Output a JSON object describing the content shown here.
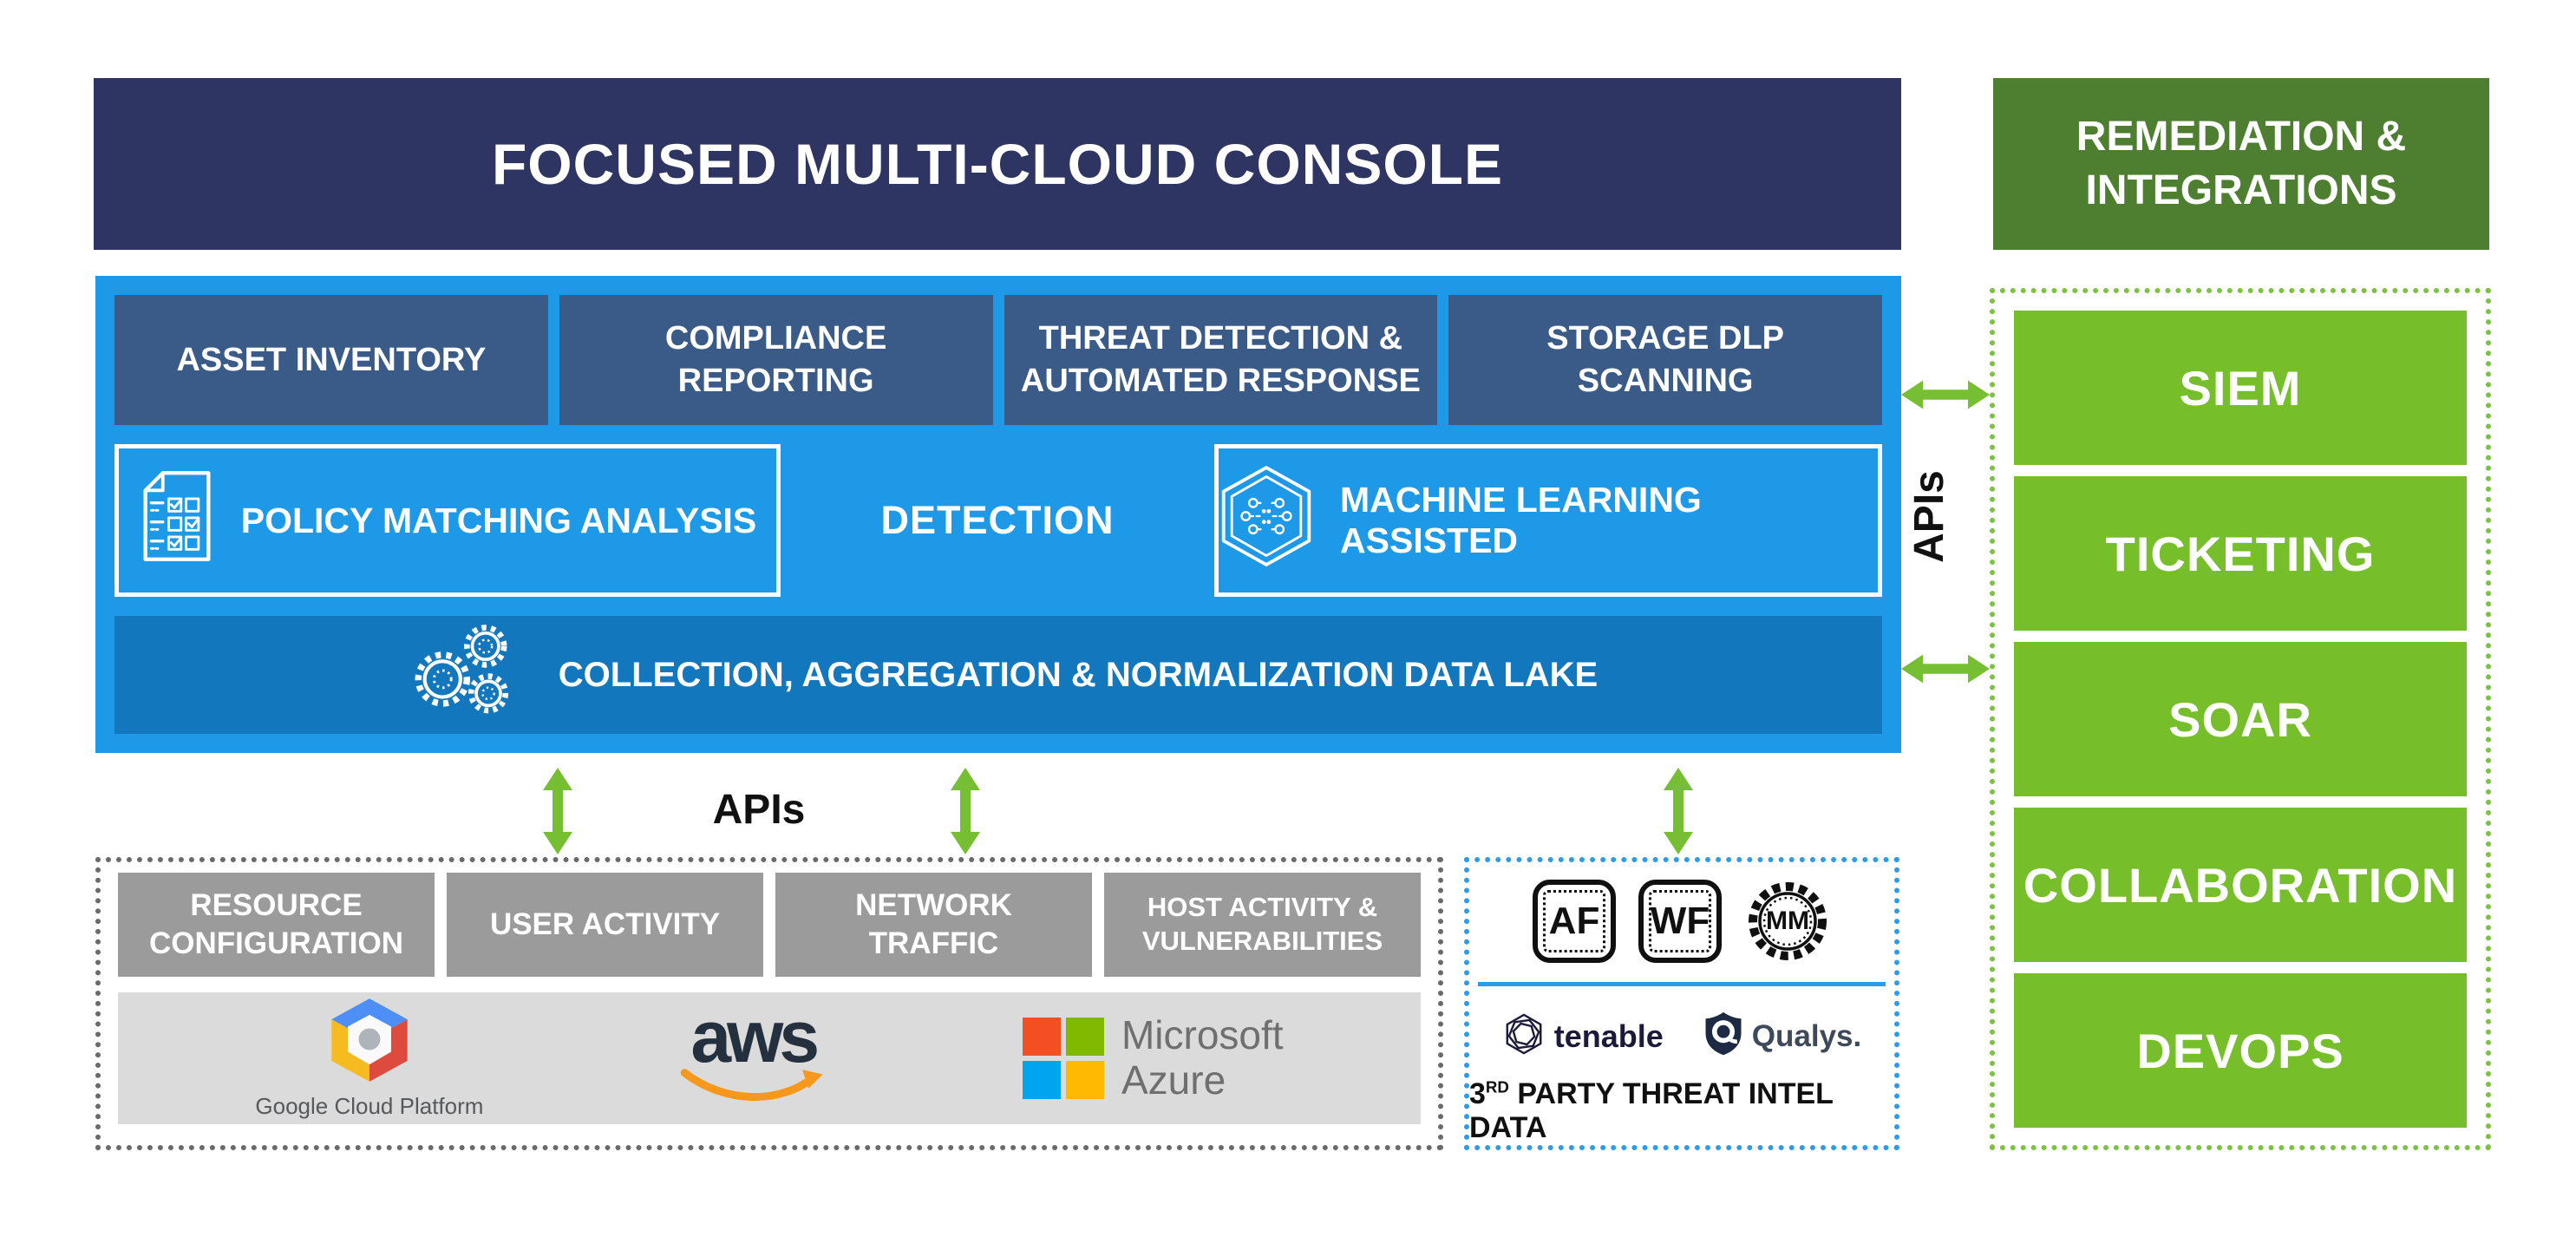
{
  "title": "FOCUSED MULTI-CLOUD CONSOLE",
  "console": {
    "modules": [
      "ASSET INVENTORY",
      "COMPLIANCE\nREPORTING",
      "THREAT DETECTION &\nAUTOMATED RESPONSE",
      "STORAGE DLP\nSCANNING"
    ],
    "policy_label": "POLICY MATCHING ANALYSIS",
    "detection_label": "DETECTION",
    "ml_label": "MACHINE LEARNING ASSISTED",
    "data_lake_label": "COLLECTION, AGGREGATION & NORMALIZATION DATA LAKE"
  },
  "apis": {
    "bottom_label": "APIs",
    "right_label": "APIs"
  },
  "remediation": {
    "header": "REMEDIATION &\nINTEGRATIONS",
    "items": [
      "SIEM",
      "TICKETING",
      "SOAR",
      "COLLABORATION",
      "DEVOPS"
    ]
  },
  "sources": {
    "categories": [
      "RESOURCE\nCONFIGURATION",
      "USER ACTIVITY",
      "NETWORK\nTRAFFIC",
      "HOST ACTIVITY &\nVULNERABILITIES"
    ],
    "providers": {
      "gcp_label": "Google Cloud Platform",
      "aws_wordmark": "aws",
      "ms_line1": "Microsoft",
      "ms_line2": "Azure"
    }
  },
  "threat_intel": {
    "badges": [
      "AF",
      "WF",
      "MM"
    ],
    "tenable_label": "tenable",
    "qualys_label": "Qualys.",
    "intel_3": "3",
    "intel_sup": "RD",
    "intel_rest": " PARTY THREAT INTEL DATA"
  },
  "colors": {
    "navy": "#2E3563",
    "console_blue": "#1D99E8",
    "module_blue": "#3A5A88",
    "lake_blue": "#1377BD",
    "green_dark": "#4E7F30",
    "green": "#77BE2B",
    "green_dotted": "#7CC142",
    "arrow_green": "#76BF33",
    "gray_button": "#9B9B9B",
    "gray_bar": "#DBDBDB",
    "gray_dotted": "#6A6A6A",
    "blue_dotted": "#2E9BE6"
  }
}
